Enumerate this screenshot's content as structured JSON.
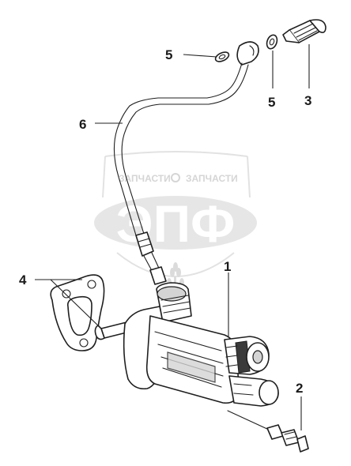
{
  "callouts": {
    "c1": "1",
    "c2": "2",
    "c3": "3",
    "c4": "4",
    "c5a": "5",
    "c5b": "5",
    "c6": "6"
  },
  "watermark": {
    "top_left": "ЗАПЧАСТИ",
    "top_right": "ЗАПЧАСТИ",
    "logo": "ЭПФ"
  }
}
